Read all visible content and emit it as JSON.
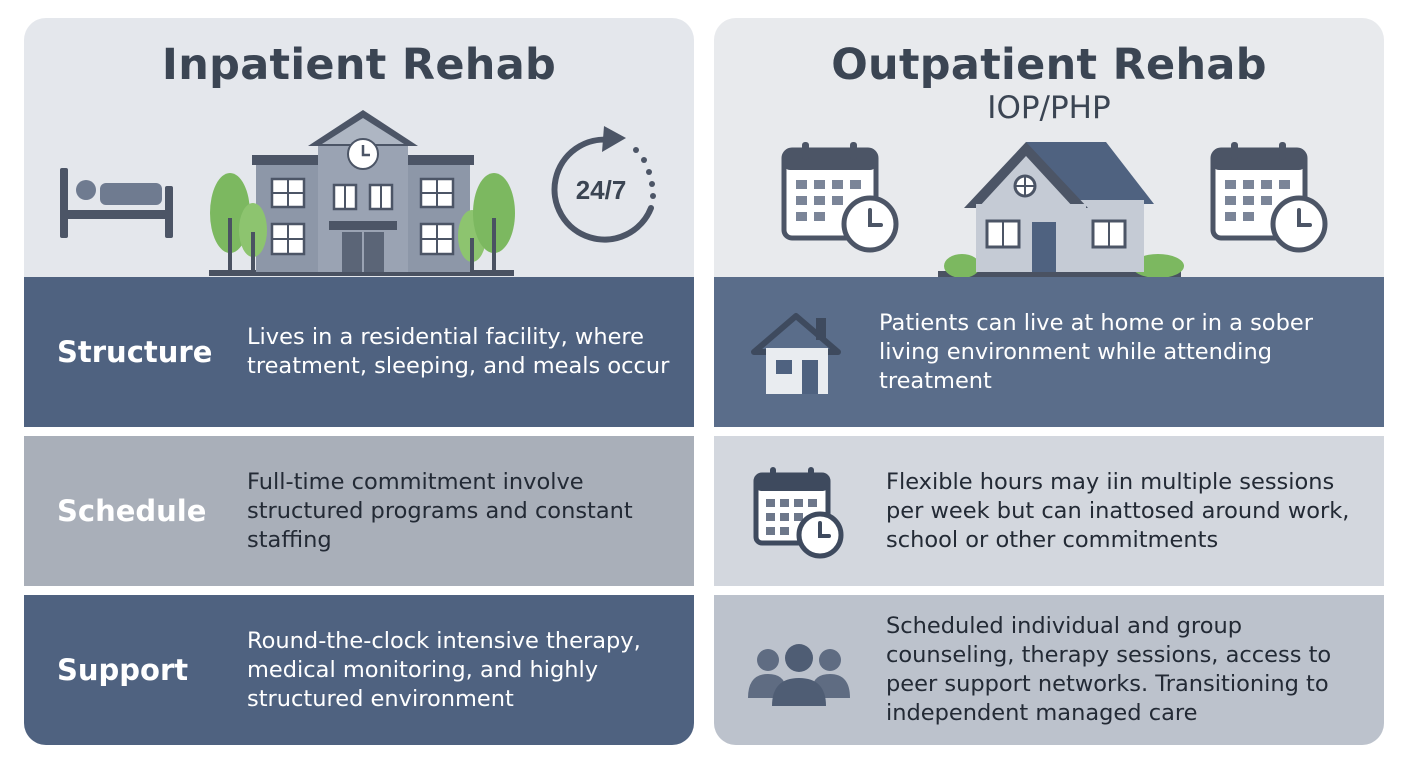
{
  "left": {
    "title": "Inpatient Rehab",
    "hero_badge": "24/7",
    "rows": [
      {
        "label": "Structure",
        "text": "Lives in a residential facility, where treatment, sleeping, and meals occur"
      },
      {
        "label": "Schedule",
        "text": "Full-time commitment involve structured programs and constant staffing"
      },
      {
        "label": "Support",
        "text": "Round-the-clock intensive therapy, medical monitoring, and highly structured environment"
      }
    ],
    "icons": [
      "bed-icon",
      "hospital-building-icon",
      "tree-icon",
      "clock-24-7-icon"
    ]
  },
  "right": {
    "title": "Outpatient Rehab",
    "subtitle": "IOP/PHP",
    "rows": [
      {
        "icon": "house-icon",
        "text": "Patients can live at home or in a sober living environment while attending treatment"
      },
      {
        "icon": "calendar-clock-icon",
        "text": "Flexible hours may iin multiple sessions per week but can inattosed around work, school or other commitments"
      },
      {
        "icon": "people-group-icon",
        "text": "Scheduled individual and group counseling, therapy sessions, access to peer support networks. Transitioning to independent managed care"
      }
    ],
    "icons": [
      "calendar-clock-icon",
      "house-icon"
    ]
  },
  "colors": {
    "dark_slate": "#4f6280",
    "mid_gray": "#a9afb9",
    "light_gray": "#d3d7de",
    "title_ink": "#3b4553",
    "tree_green": "#7cb860"
  }
}
